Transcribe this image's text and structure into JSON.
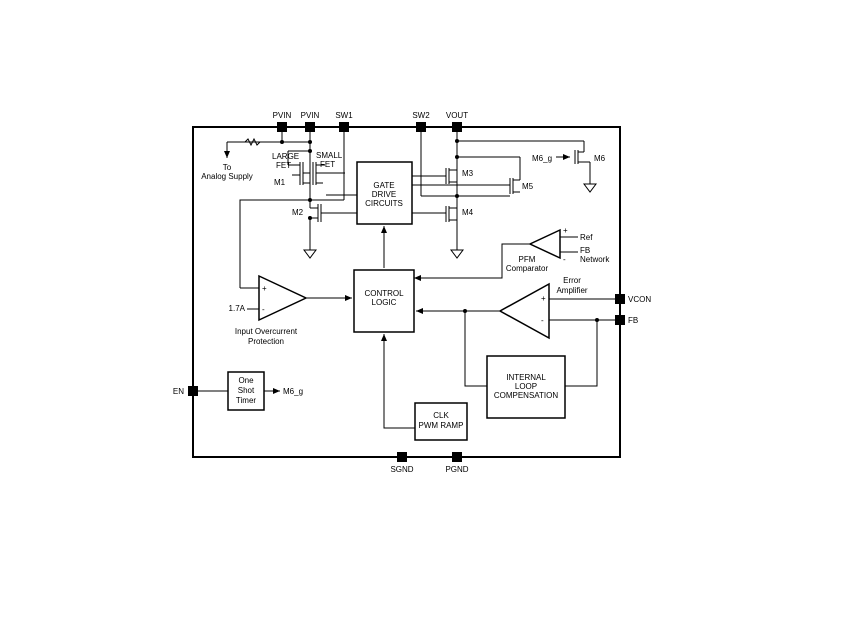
{
  "pins": {
    "pvin1": "PVIN",
    "pvin2": "PVIN",
    "sw1": "SW1",
    "sw2": "SW2",
    "vout": "VOUT",
    "vcon": "VCON",
    "fb": "FB",
    "en": "EN",
    "sgnd": "SGND",
    "pgnd": "PGND"
  },
  "blocks": {
    "gate_drive": [
      "GATE",
      "DRIVE",
      "CIRCUITS"
    ],
    "control_logic": [
      "CONTROL",
      "LOGIC"
    ],
    "loop_comp": [
      "INTERNAL",
      "LOOP",
      "COMPENSATION"
    ],
    "clk": [
      "CLK",
      "PWM RAMP"
    ],
    "one_shot": [
      "One",
      "Shot",
      "Timer"
    ]
  },
  "labels": {
    "to_analog": [
      "To",
      "Analog Supply"
    ],
    "large_fet": [
      "LARGE",
      "FET"
    ],
    "small_fet": [
      "SMALL",
      "FET"
    ],
    "m1": "M1",
    "m2": "M2",
    "m3": "M3",
    "m4": "M4",
    "m5": "M5",
    "m6": "M6",
    "m6_g_in": "M6_g",
    "m6_g_out": "M6_g",
    "ref": "Ref",
    "fb_network": [
      "FB",
      "Network"
    ],
    "pfm_comparator": [
      "PFM",
      "Comparator"
    ],
    "error_amp": [
      "Error",
      "Amplifier"
    ],
    "ocp_thresh": "1.7A",
    "ocp": [
      "Input Overcurrent",
      "Protection"
    ],
    "plus": "+",
    "minus": "-"
  }
}
